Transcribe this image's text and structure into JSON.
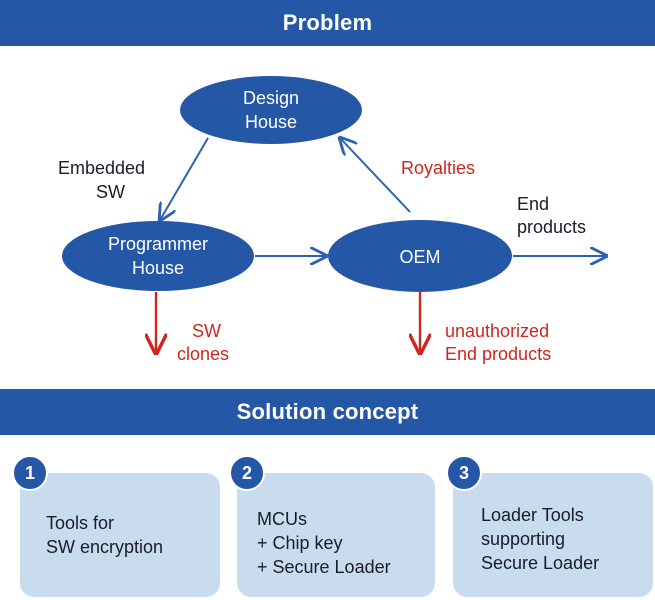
{
  "problem": {
    "title": "Problem",
    "nodes": {
      "design_house": [
        "Design",
        "House"
      ],
      "programmer_house": [
        "Programmer",
        "House"
      ],
      "oem": [
        "OEM"
      ]
    },
    "labels": {
      "embedded_sw": [
        "Embedded",
        "SW"
      ],
      "royalties": "Royalties",
      "end_products": [
        "End",
        "products"
      ],
      "sw_clones": [
        "SW",
        "clones"
      ],
      "unauthorized_end_products": [
        "unauthorized",
        "End products"
      ]
    }
  },
  "solution": {
    "title": "Solution concept",
    "items": [
      {
        "number": "1",
        "text": "Tools for\nSW encryption"
      },
      {
        "number": "2",
        "text": "MCUs\n+ Chip key\n+ Secure Loader"
      },
      {
        "number": "3",
        "text": "Loader Tools\nsupporting\nSecure Loader"
      }
    ]
  },
  "colors": {
    "brand_blue": "#2458a6",
    "arrow_blue": "#2e62b0",
    "alert_red": "#d0261e",
    "card_fill": "#c8dcee"
  }
}
